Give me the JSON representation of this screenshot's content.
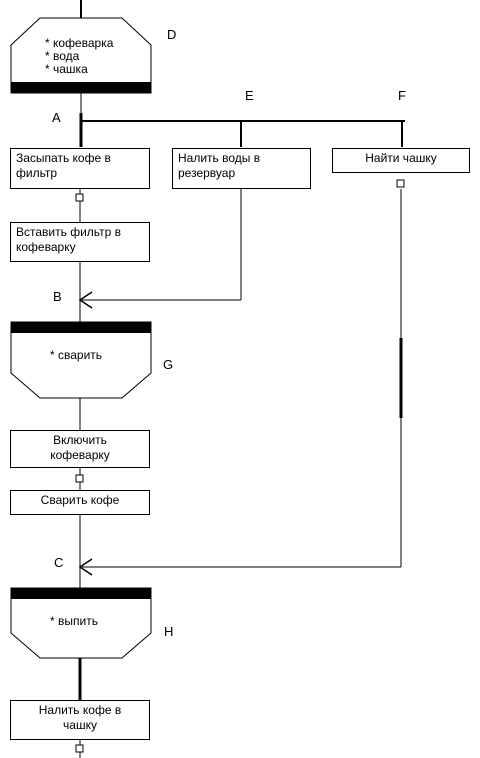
{
  "nodes": {
    "start_prep": {
      "id": "D",
      "items": [
        "* кофеварка",
        "* вода",
        "* чашка"
      ]
    },
    "brew": {
      "id": "G",
      "items": [
        "* сварить"
      ]
    },
    "drink": {
      "id": "H",
      "items": [
        "* выпить"
      ]
    }
  },
  "branches": {
    "a": "A",
    "b": "B",
    "c": "C",
    "e": "E",
    "f": "F"
  },
  "tasks": {
    "coffee_in_filter": "Засыпать кофе в\nфильтр",
    "water_in_tank": "Налить воды в\nрезервуар",
    "find_cup": "Найти чашку",
    "insert_filter": "Вставить фильтр в\nкофеварку",
    "switch_on": "Включить\nкофеварку",
    "brew_coffee": "Сварить кофе",
    "pour_coffee": "Налить кофе в\nчашку"
  }
}
